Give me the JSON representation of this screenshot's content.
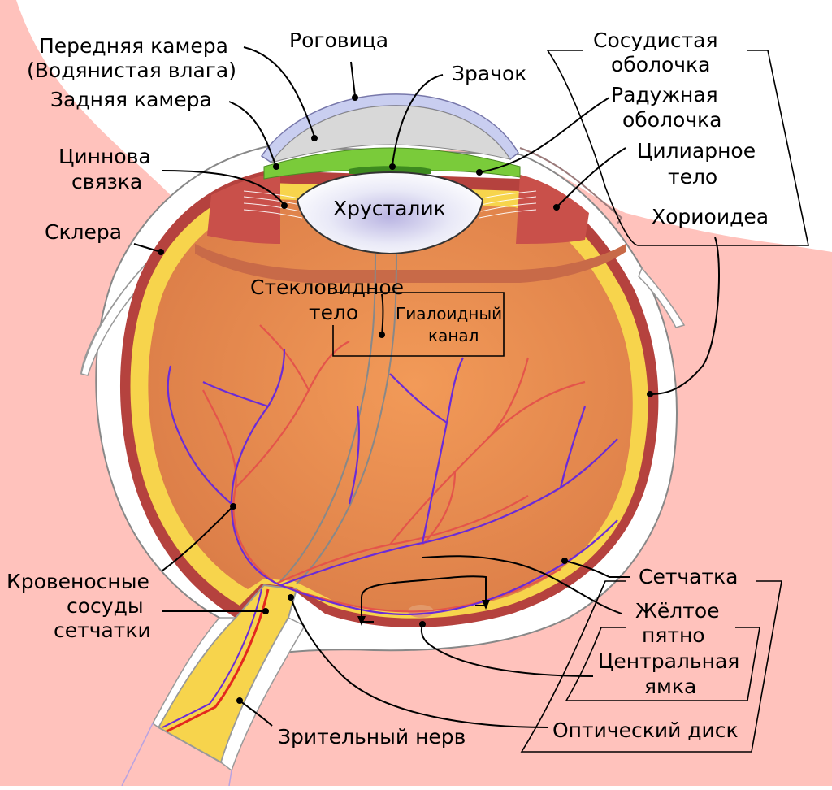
{
  "labels": {
    "anterior_chamber": "Передняя камера",
    "aqueous_humor": "(Водянистая влага)",
    "posterior_chamber": "Задняя камера",
    "cornea": "Роговица",
    "pupil": "Зрачок",
    "uvea_1": "Сосудистая",
    "uvea_2": "оболочка",
    "iris_1": "Радужная",
    "iris_2": "оболочка",
    "ciliary_body_1": "Цилиарное",
    "ciliary_body_2": "тело",
    "zonule_1": "Циннова",
    "zonule_2": "связка",
    "lens": "Хрусталик",
    "choroid": "Хориоидеа",
    "sclera": "Склера",
    "vitreous_1": "Стекловидное",
    "vitreous_2": "тело",
    "hyaloid_canal_1": "Гиалоидный",
    "hyaloid_canal_2": "канал",
    "retinal_vessels_1": "Кровеносные",
    "retinal_vessels_2": "сосуды",
    "retinal_vessels_3": "сетчатки",
    "retina": "Сетчатка",
    "macula_1": "Жёлтое",
    "macula_2": "пятно",
    "fovea_1": "Центральная",
    "fovea_2": "ямка",
    "optic_disc": "Оптический диск",
    "optic_nerve": "Зрительный нерв"
  },
  "colors": {
    "background_tissue": "#FFC2BC",
    "sclera": "#FFFFFF",
    "choroid": "#B5423E",
    "retina": "#F7D44C",
    "vitreous": "#EE9152",
    "cornea": "#C9CEF0",
    "iris": "#7ACB3A",
    "lens": "#E6E6F5",
    "artery": "#E4281E",
    "vein": "#6A2BD8"
  }
}
